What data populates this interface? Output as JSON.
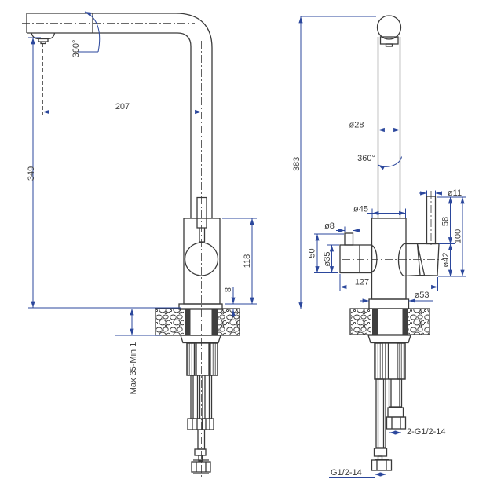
{
  "side_view": {
    "labels": {
      "swivel": "360°",
      "reach": "207",
      "spout_height": "349",
      "body_height": "118",
      "base_height": "8",
      "deck_thickness": "Max 35-Min 1"
    }
  },
  "front_view": {
    "labels": {
      "total_height": "383",
      "pipe_diameter": "ø28",
      "swivel": "360°",
      "body_diameter": "ø45",
      "outlet_diameter": "ø8",
      "side_spout_diameter": "ø35",
      "side_spout_height": "50",
      "overall_width": "127",
      "lever_diameter": "ø11",
      "lever_height": "58",
      "handle_height": "100",
      "handle_diameter": "ø42",
      "base_diameter": "ø53",
      "hose_thread": "2-G1/2-14",
      "inlet_thread": "G1/2-14"
    }
  },
  "colors": {
    "line": "#3a3a3a",
    "dimension": "#2b479c",
    "text": "#3d3d3d",
    "background": "#ffffff"
  }
}
